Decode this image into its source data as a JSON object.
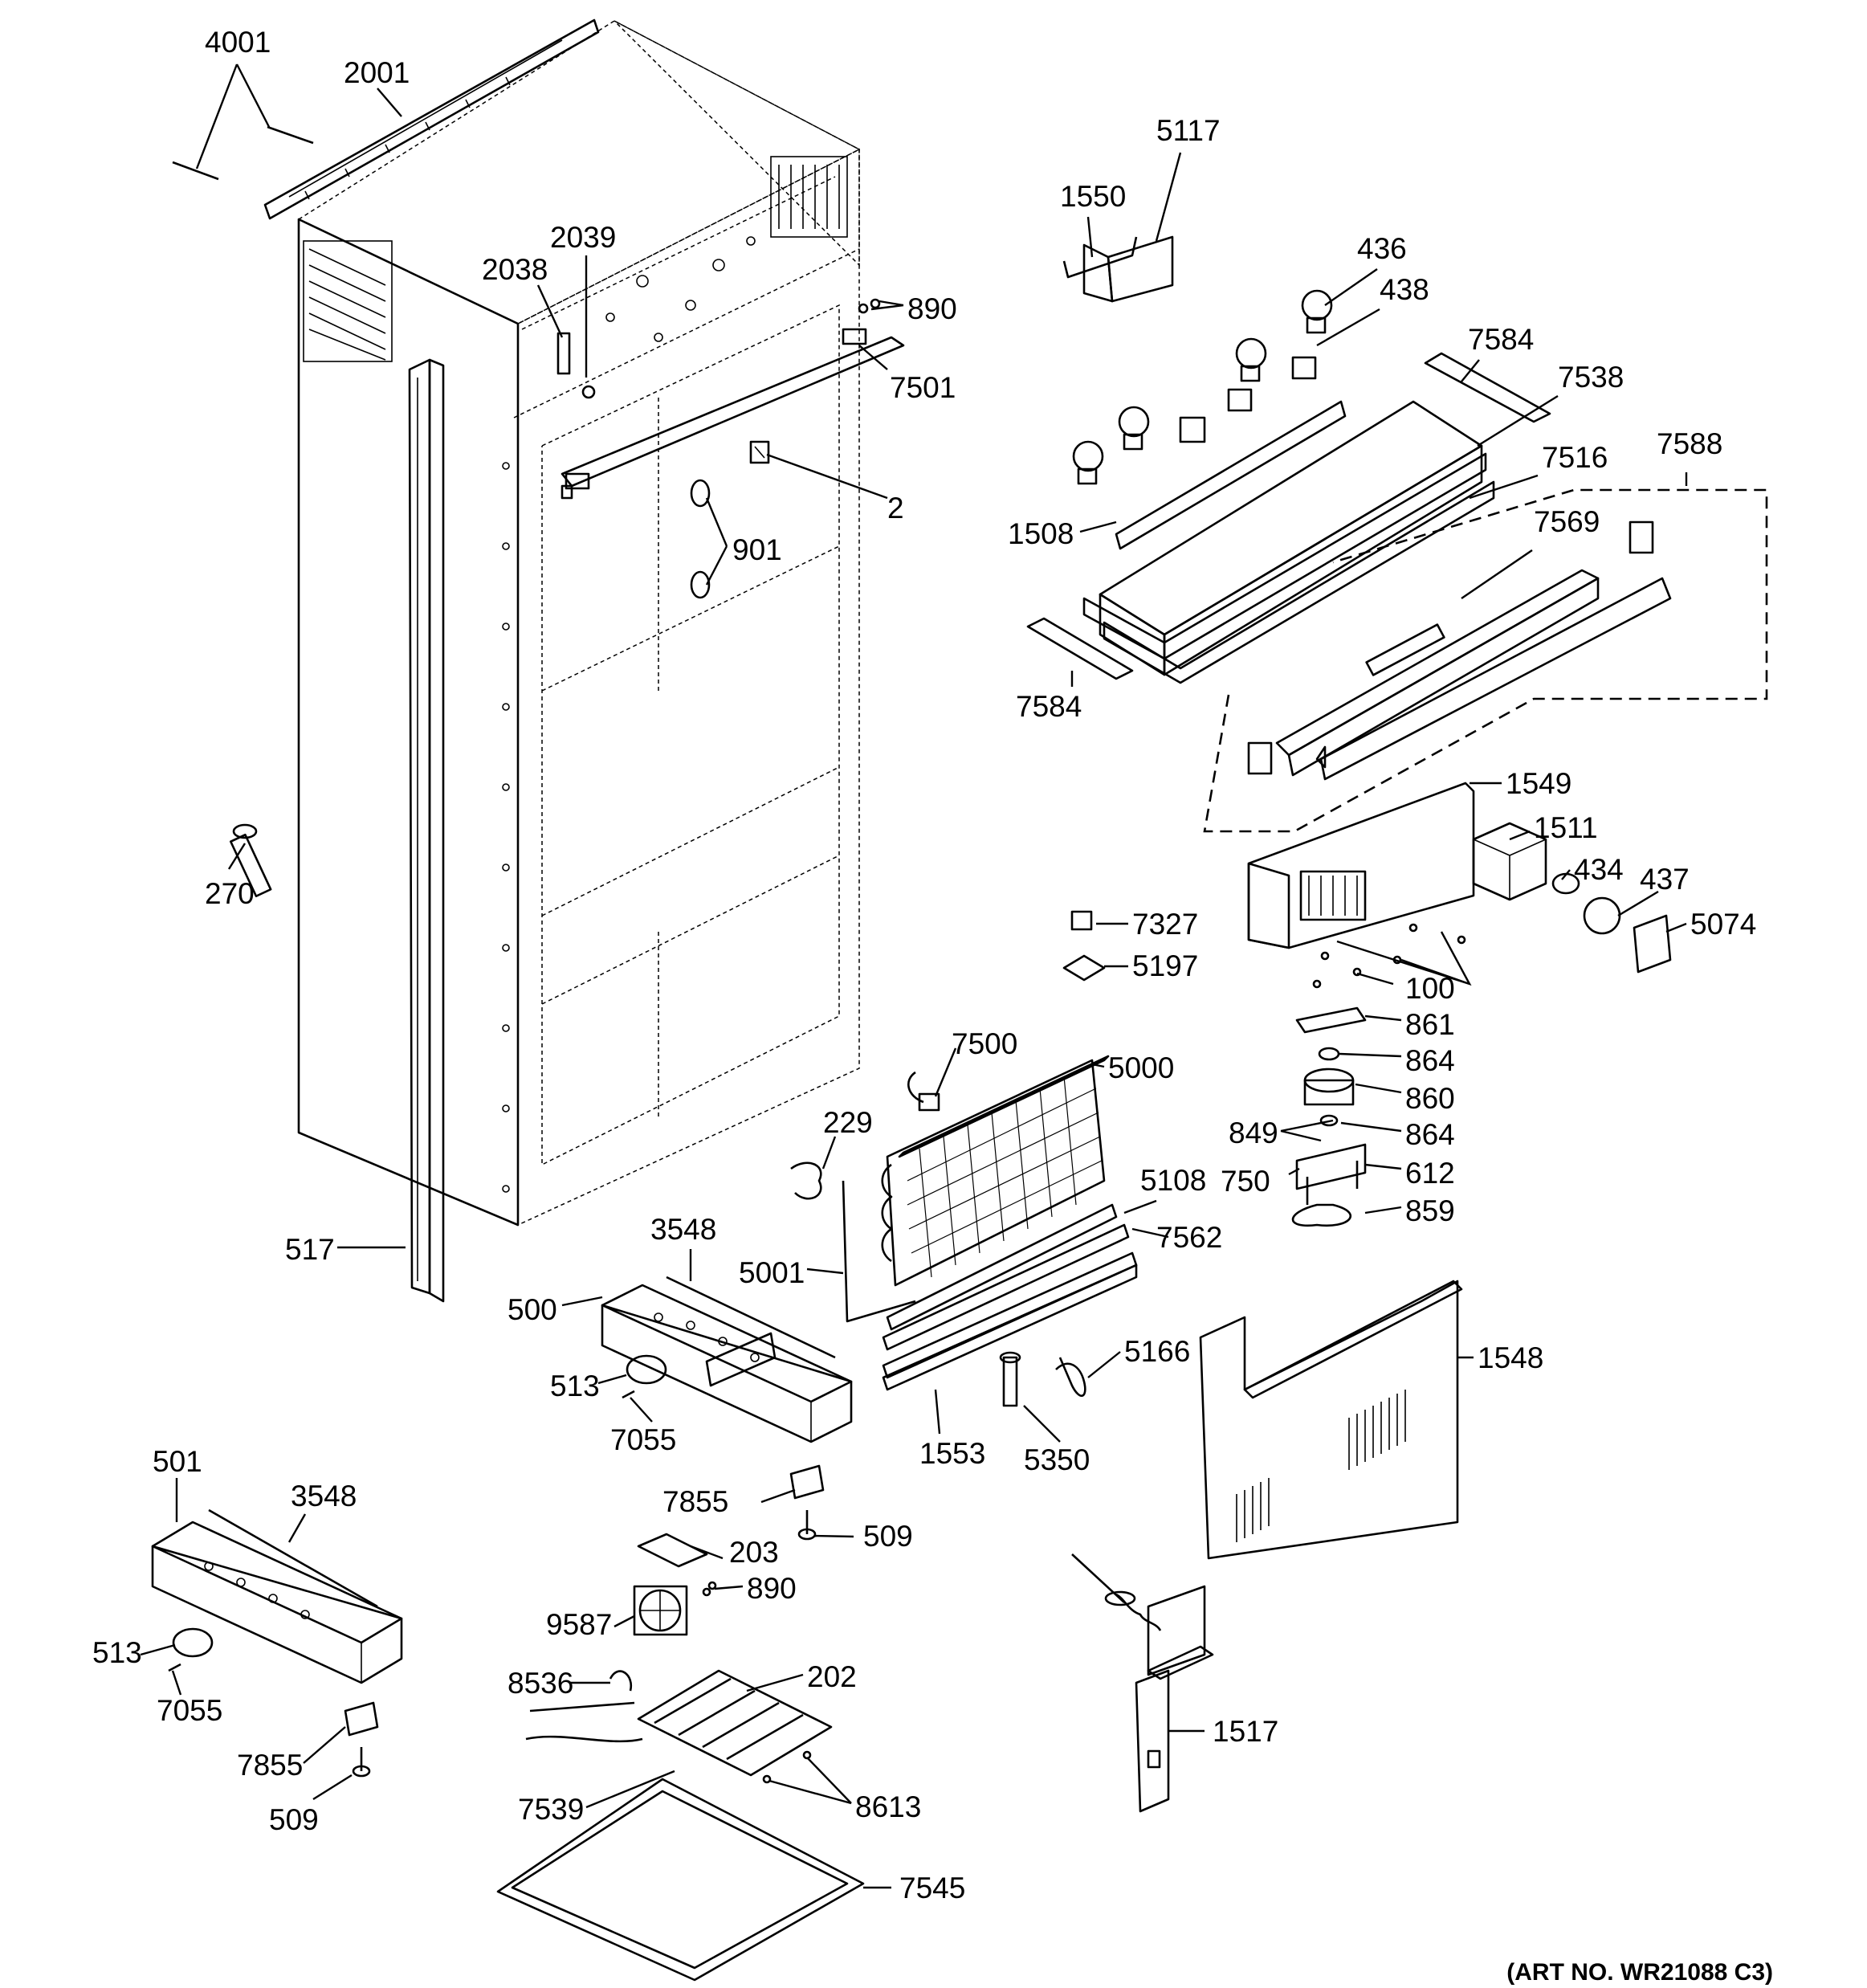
{
  "diagram": {
    "art_number": "(ART NO. WR21088 C3)",
    "callouts": [
      {
        "id": "c4001",
        "text": "4001"
      },
      {
        "id": "c2001",
        "text": "2001"
      },
      {
        "id": "c2039",
        "text": "2039"
      },
      {
        "id": "c2038",
        "text": "2038"
      },
      {
        "id": "c890a",
        "text": "890"
      },
      {
        "id": "c7501",
        "text": "7501"
      },
      {
        "id": "c2",
        "text": "2"
      },
      {
        "id": "c901",
        "text": "901"
      },
      {
        "id": "c270",
        "text": "270"
      },
      {
        "id": "c517",
        "text": "517"
      },
      {
        "id": "c5117",
        "text": "5117"
      },
      {
        "id": "c1550",
        "text": "1550"
      },
      {
        "id": "c436",
        "text": "436"
      },
      {
        "id": "c438",
        "text": "438"
      },
      {
        "id": "c7584a",
        "text": "7584"
      },
      {
        "id": "c7538",
        "text": "7538"
      },
      {
        "id": "c7588",
        "text": "7588"
      },
      {
        "id": "c7516",
        "text": "7516"
      },
      {
        "id": "c1508",
        "text": "1508"
      },
      {
        "id": "c7569",
        "text": "7569"
      },
      {
        "id": "c7584b",
        "text": "7584"
      },
      {
        "id": "c1549",
        "text": "1549"
      },
      {
        "id": "c1511",
        "text": "1511"
      },
      {
        "id": "c434",
        "text": "434"
      },
      {
        "id": "c437",
        "text": "437"
      },
      {
        "id": "c5074",
        "text": "5074"
      },
      {
        "id": "c7327",
        "text": "7327"
      },
      {
        "id": "c5197",
        "text": "5197"
      },
      {
        "id": "c100",
        "text": "100"
      },
      {
        "id": "c861",
        "text": "861"
      },
      {
        "id": "c864a",
        "text": "864"
      },
      {
        "id": "c860",
        "text": "860"
      },
      {
        "id": "c849",
        "text": "849"
      },
      {
        "id": "c864b",
        "text": "864"
      },
      {
        "id": "c750",
        "text": "750"
      },
      {
        "id": "c612",
        "text": "612"
      },
      {
        "id": "c859",
        "text": "859"
      },
      {
        "id": "c7500",
        "text": "7500"
      },
      {
        "id": "c5000",
        "text": "5000"
      },
      {
        "id": "c229",
        "text": "229"
      },
      {
        "id": "c5108",
        "text": "5108"
      },
      {
        "id": "c7562",
        "text": "7562"
      },
      {
        "id": "c5001",
        "text": "5001"
      },
      {
        "id": "c3548a",
        "text": "3548"
      },
      {
        "id": "c500",
        "text": "500"
      },
      {
        "id": "c513a",
        "text": "513"
      },
      {
        "id": "c7055a",
        "text": "7055"
      },
      {
        "id": "c5166",
        "text": "5166"
      },
      {
        "id": "c1548",
        "text": "1548"
      },
      {
        "id": "c1553",
        "text": "1553"
      },
      {
        "id": "c5350",
        "text": "5350"
      },
      {
        "id": "c7855a",
        "text": "7855"
      },
      {
        "id": "c509a",
        "text": "509"
      },
      {
        "id": "c501",
        "text": "501"
      },
      {
        "id": "c3548b",
        "text": "3548"
      },
      {
        "id": "c203",
        "text": "203"
      },
      {
        "id": "c890b",
        "text": "890"
      },
      {
        "id": "c9587",
        "text": "9587"
      },
      {
        "id": "c513b",
        "text": "513"
      },
      {
        "id": "c7055b",
        "text": "7055"
      },
      {
        "id": "c8536",
        "text": "8536"
      },
      {
        "id": "c202",
        "text": "202"
      },
      {
        "id": "c1517",
        "text": "1517"
      },
      {
        "id": "c7855b",
        "text": "7855"
      },
      {
        "id": "c7539",
        "text": "7539"
      },
      {
        "id": "c8613",
        "text": "8613"
      },
      {
        "id": "c509b",
        "text": "509"
      },
      {
        "id": "c7545",
        "text": "7545"
      }
    ]
  }
}
